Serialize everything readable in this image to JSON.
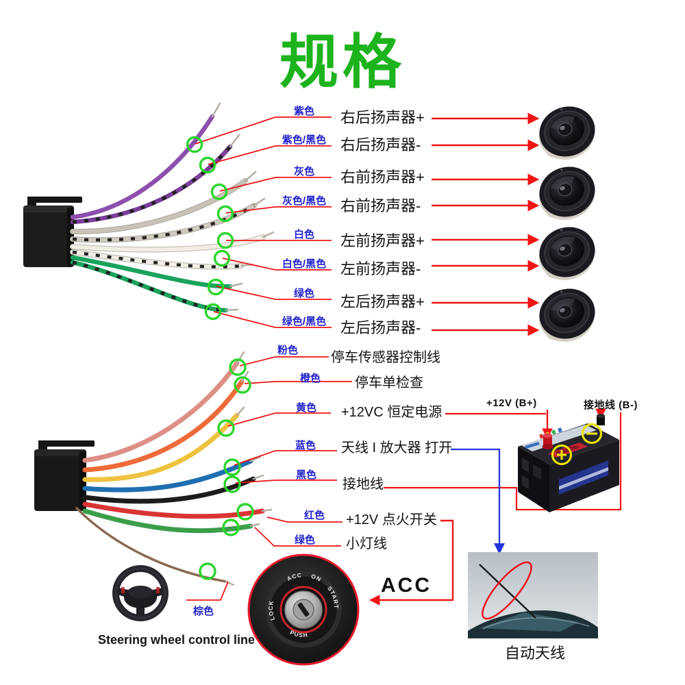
{
  "title": {
    "text": "规格",
    "color": "#1db31d"
  },
  "colors": {
    "label_blue": "#2222cc",
    "annotation_red": "#f01414",
    "circle_green": "#2bd52b",
    "antenna_line_blue": "#2233dd",
    "terminal_mark_yellow": "#e8e100"
  },
  "speaker_section": {
    "rows": [
      {
        "wire": "紫色",
        "function": "右后扬声器+",
        "wire_color_hex": "#8d4fae"
      },
      {
        "wire": "紫色/黑色",
        "function": "右后扬声器-",
        "wire_color_hex": "#7a3f9a"
      },
      {
        "wire": "灰色",
        "function": "右前扬声器+",
        "wire_color_hex": "#c9c3b7"
      },
      {
        "wire": "灰色/黑色",
        "function": "右前扬声器-",
        "wire_color_hex": "#cfcabf"
      },
      {
        "wire": "白色",
        "function": "左前扬声器+",
        "wire_color_hex": "#f1eee6"
      },
      {
        "wire": "白色/黑色",
        "function": "左前扬声器-",
        "wire_color_hex": "#f1eee6"
      },
      {
        "wire": "绿色",
        "function": "左后扬声器+",
        "wire_color_hex": "#19a35c"
      },
      {
        "wire": "绿色/黑色",
        "function": "左后扬声器-",
        "wire_color_hex": "#19a35c"
      }
    ]
  },
  "power_section": {
    "rows": [
      {
        "wire": "粉色",
        "function": "停车传感器控制线",
        "wire_color_hex": "#dd8f85"
      },
      {
        "wire": "橙色",
        "function": "停车单检查",
        "wire_color_hex": "#ee6a39"
      },
      {
        "wire": "黄色",
        "function": "+12VC 恒定电源",
        "wire_color_hex": "#eec23e"
      },
      {
        "wire": "蓝色",
        "function": "天线 I 放大器 打开",
        "wire_color_hex": "#1f6fb0"
      },
      {
        "wire": "黑色",
        "function": "接地线",
        "wire_color_hex": "#1c1c1c"
      },
      {
        "wire": "红色",
        "function": "+12V 点火开关",
        "wire_color_hex": "#d93535"
      },
      {
        "wire": "绿色",
        "function": "小灯线",
        "wire_color_hex": "#3a9e4a"
      },
      {
        "wire": "棕色",
        "function": "",
        "wire_color_hex": "#8a6a52"
      }
    ]
  },
  "battery": {
    "positive_label": "+12V  (B+)",
    "negative_label": "接地线 (B-)"
  },
  "ignition": {
    "acc_label": "ACC",
    "dial_labels": [
      "LOCK",
      "ACC",
      "ON",
      "START",
      "PUSH"
    ]
  },
  "antenna": {
    "caption": "自动天线"
  },
  "steering": {
    "caption": "Steering wheel control line"
  }
}
